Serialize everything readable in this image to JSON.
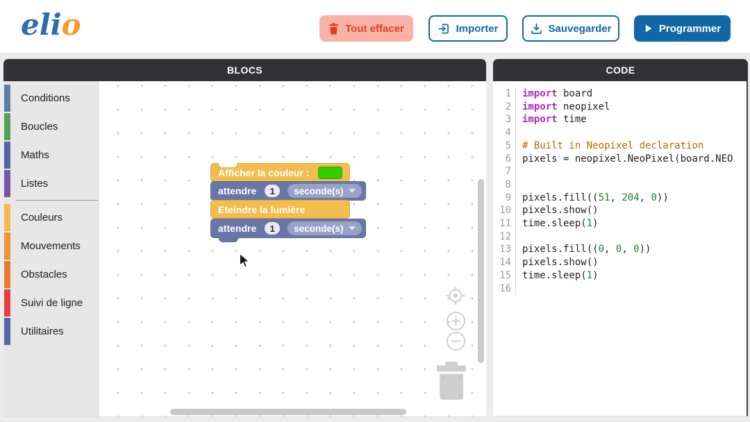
{
  "header": {
    "logo": {
      "text": "elio",
      "prefix": "eli",
      "suffix": "o"
    },
    "buttons": {
      "clear": "Tout effacer",
      "import": "Importer",
      "save": "Sauvegarder",
      "program": "Programmer"
    }
  },
  "blocks_panel": {
    "title": "BLOCS",
    "toolbox": {
      "groups": [
        {
          "items": [
            {
              "label": "Conditions",
              "color": "#5b80a5"
            },
            {
              "label": "Boucles",
              "color": "#55a255"
            },
            {
              "label": "Maths",
              "color": "#5265a5"
            },
            {
              "label": "Listes",
              "color": "#7a55a8"
            }
          ]
        },
        {
          "items": [
            {
              "label": "Couleurs",
              "color": "#f5b94e"
            },
            {
              "label": "Mouvements",
              "color": "#ef9633"
            },
            {
              "label": "Obstacles",
              "color": "#e87a2e"
            },
            {
              "label": "Suivi de ligne",
              "color": "#ee3b43"
            },
            {
              "label": "Utilitaires",
              "color": "#5565a8"
            }
          ]
        }
      ]
    },
    "workspace": {
      "blocks": [
        {
          "type": "show-color",
          "label": "Afficher la couleur :",
          "swatch_color": "#33cc00"
        },
        {
          "type": "wait",
          "label": "attendre",
          "value": "1",
          "unit": "seconde(s)"
        },
        {
          "type": "light-off",
          "label": "Eteindre la lumière"
        },
        {
          "type": "wait",
          "label": "attendre",
          "value": "1",
          "unit": "seconde(s)"
        }
      ]
    }
  },
  "code_panel": {
    "title": "CODE",
    "lines": [
      [
        {
          "t": "import",
          "c": "kw"
        },
        {
          "t": " board",
          "c": "pl"
        }
      ],
      [
        {
          "t": "import",
          "c": "kw"
        },
        {
          "t": " neopixel",
          "c": "pl"
        }
      ],
      [
        {
          "t": "import",
          "c": "kw"
        },
        {
          "t": " time",
          "c": "pl"
        }
      ],
      [],
      [
        {
          "t": "# Built in Neopixel declaration",
          "c": "cm"
        }
      ],
      [
        {
          "t": "pixels = neopixel.NeoPixel(board.NEO",
          "c": "pl"
        }
      ],
      [],
      [],
      [
        {
          "t": "pixels.fill((",
          "c": "pl"
        },
        {
          "t": "51",
          "c": "num"
        },
        {
          "t": ", ",
          "c": "pl"
        },
        {
          "t": "204",
          "c": "num"
        },
        {
          "t": ", ",
          "c": "pl"
        },
        {
          "t": "0",
          "c": "num"
        },
        {
          "t": "))",
          "c": "pl"
        }
      ],
      [
        {
          "t": "pixels.show()",
          "c": "pl"
        }
      ],
      [
        {
          "t": "time.sleep(",
          "c": "pl"
        },
        {
          "t": "1",
          "c": "num"
        },
        {
          "t": ")",
          "c": "pl"
        }
      ],
      [],
      [
        {
          "t": "pixels.fill((",
          "c": "pl"
        },
        {
          "t": "0",
          "c": "num"
        },
        {
          "t": ", ",
          "c": "pl"
        },
        {
          "t": "0",
          "c": "num"
        },
        {
          "t": ", ",
          "c": "pl"
        },
        {
          "t": "0",
          "c": "num"
        },
        {
          "t": "))",
          "c": "pl"
        }
      ],
      [
        {
          "t": "pixels.show()",
          "c": "pl"
        }
      ],
      [
        {
          "t": "time.sleep(",
          "c": "pl"
        },
        {
          "t": "1",
          "c": "num"
        },
        {
          "t": ")",
          "c": "pl"
        }
      ],
      []
    ]
  },
  "icons": {
    "clear": "trash-icon",
    "import": "file-import-icon",
    "save": "download-icon",
    "program": "play-icon",
    "zoom_reset": "target-icon",
    "zoom_in": "plus-icon",
    "zoom_out": "minus-icon",
    "workspace_trash": "trash-can-icon",
    "dropdown": "chevron-down-icon"
  },
  "colors": {
    "accent_blue": "#1168a7",
    "danger_red": "#e2401b",
    "danger_bg": "#f9b3a6",
    "panel_header": "#323236",
    "block_yellow": "#f2bd4c",
    "block_blue": "#6b76a8",
    "swatch_green": "#33cc00",
    "code_keyword": "#a12fb4",
    "code_comment": "#b26a00",
    "code_number": "#1e7e34"
  }
}
